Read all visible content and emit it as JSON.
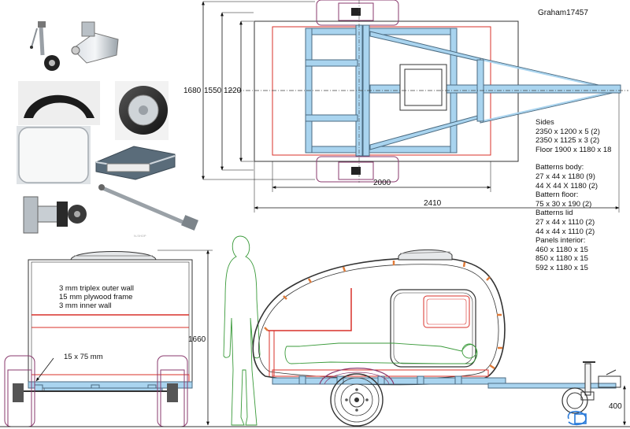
{
  "author": "Graham17457",
  "colors": {
    "frame": "#a9d4ef",
    "frame_stroke": "#4a6a80",
    "red": "#d9302a",
    "purple": "#8a3a6e",
    "green": "#3a9a3a",
    "line": "#333333"
  },
  "top_view": {
    "dim_overall_width": "1680",
    "dim_body_width": "1550",
    "dim_frame_width": "1220",
    "dim_body_length": "2000",
    "dim_overall_length": "2410"
  },
  "front_view": {
    "label_outer_wall": "3 mm triplex outer wall",
    "label_frame": "15 mm plywood frame",
    "label_inner_wall": "3 mm inner wall",
    "label_batten": "15 x 75 mm",
    "dim_height": "1660"
  },
  "side_view": {
    "dim_hitch_height": "400"
  },
  "photos": [
    {
      "name": "jockey-wheel-photo"
    },
    {
      "name": "coupling-head-photo"
    },
    {
      "name": "mudguard-photo"
    },
    {
      "name": "wheel-photo"
    },
    {
      "name": "window-photo"
    },
    {
      "name": "roof-hatch-photo"
    },
    {
      "name": "axle-hub-photo"
    },
    {
      "name": "axle-photo"
    }
  ],
  "notes": {
    "sides_title": "Sides",
    "sides": [
      "2350 x 1200 x 5 (2)",
      "2350 x 1125 x 3 (2)",
      "Floor 1900 x 1180 x 18"
    ],
    "battens_body_title": "Batterns body:",
    "battens_body": [
      "27 x 44 x 1180 (9)",
      "44 X 44 X 1180 (2)"
    ],
    "battens_floor_title": "Battern floor:",
    "battens_floor": [
      "75 x 30 x 190 (2)"
    ],
    "battens_lid_title": "Batterns lid",
    "battens_lid": [
      "27 x 44 x 1110 (2)",
      "44 x 44 x 1110 (2)"
    ],
    "panels_title": "Panels interior:",
    "panels": [
      "460 x 1180 x 15",
      "850 x 1180 x 15",
      "592 x 1180 x 15"
    ]
  }
}
